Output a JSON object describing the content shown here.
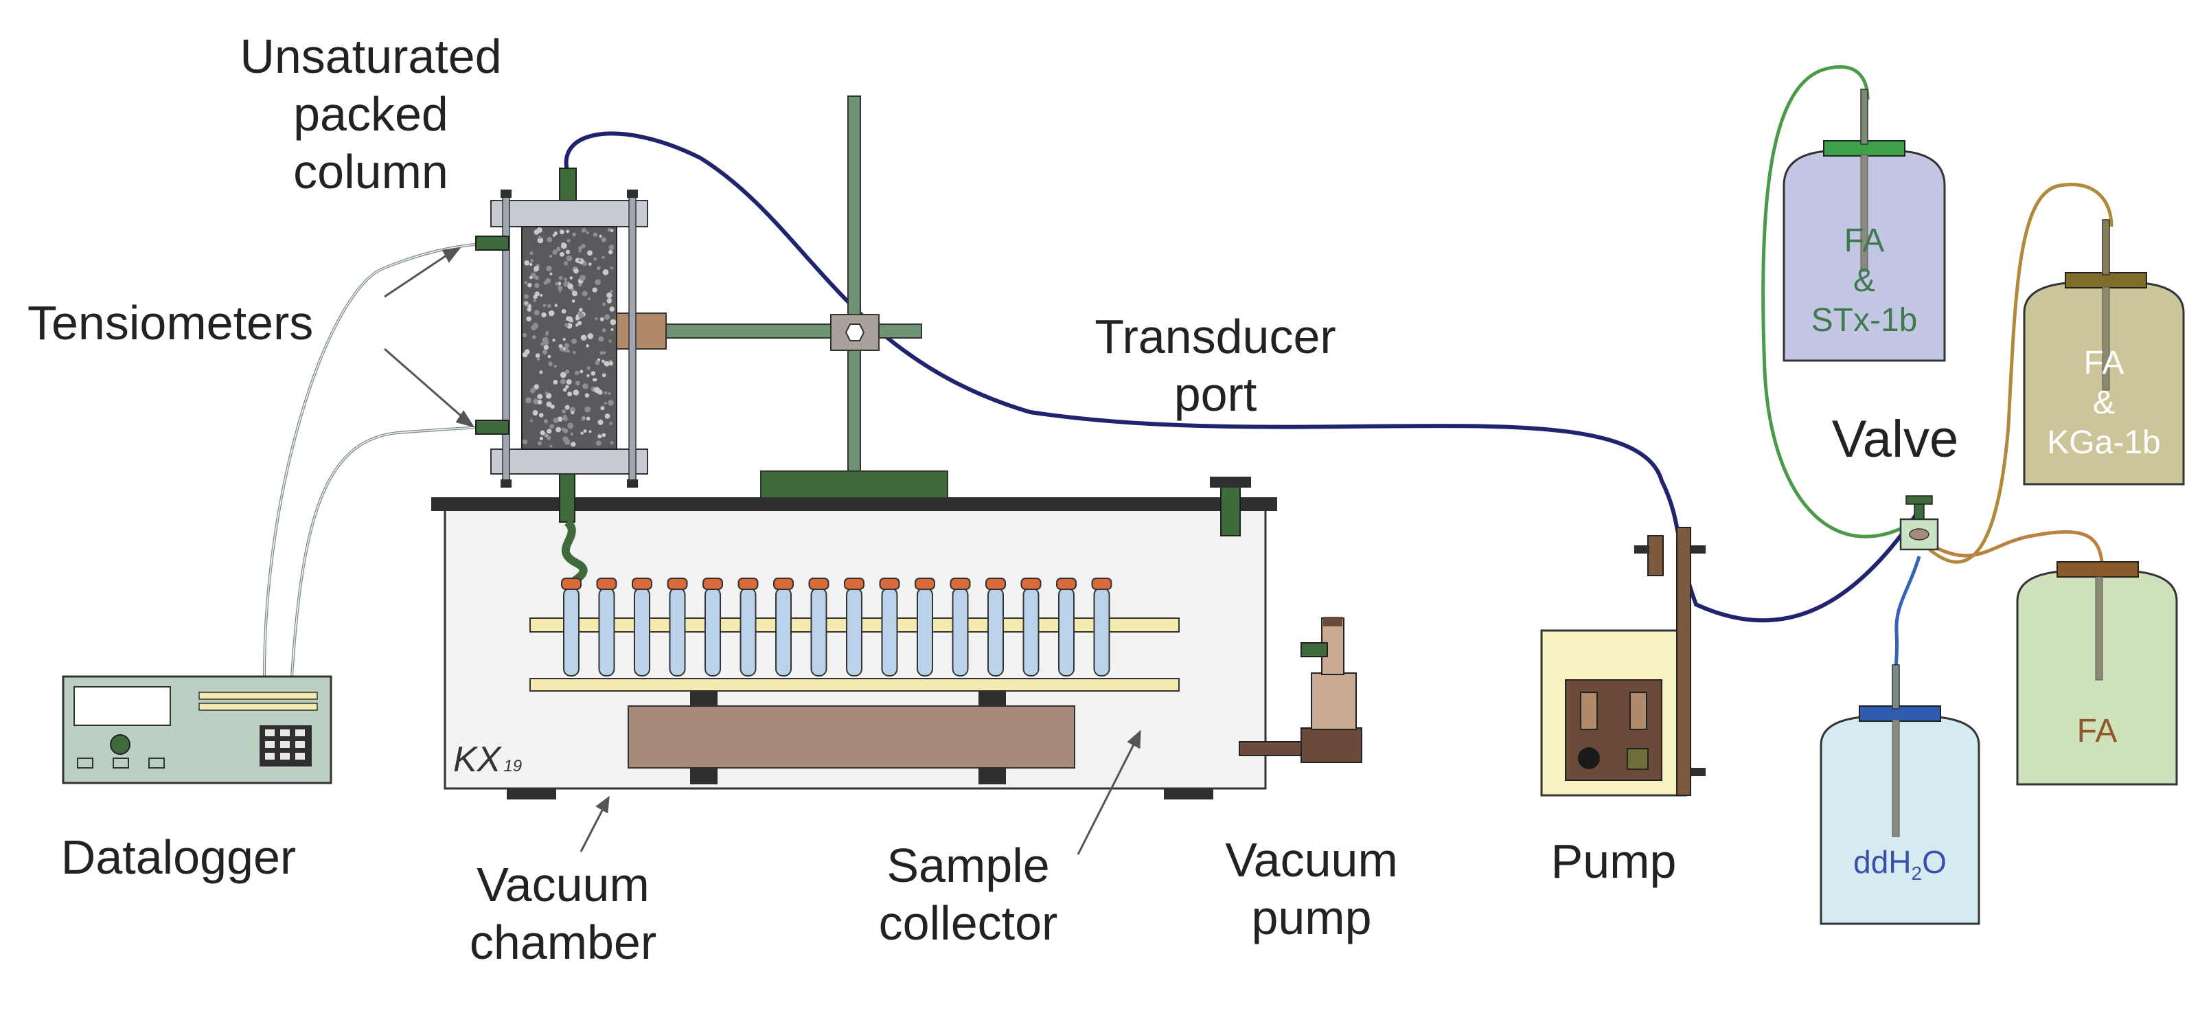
{
  "labels": {
    "column": "Unsaturated\npacked\ncolumn",
    "tensiometers": "Tensiometers",
    "transducer": "Transducer\nport",
    "valve": "Valve",
    "datalogger": "Datalogger",
    "vacuum_chamber": "Vacuum\nchamber",
    "sample_collector": "Sample\ncollector",
    "vacuum_pump": "Vacuum\npump",
    "pump": "Pump"
  },
  "bottles": {
    "fa_stx": "FA\n&\nSTx-1b",
    "fa_kga": "FA\n&\nKGa-1b",
    "fa": "FA",
    "ddh2o_main": "ddH",
    "ddh2o_sub": "2",
    "ddh2o_end": "O"
  },
  "signature": {
    "initials": "KX",
    "number": "19"
  },
  "colors": {
    "outline": "#333333",
    "stand_green": "#6e9475",
    "dark_green": "#3f6b3c",
    "tube_navy": "#20246e",
    "tube_green": "#4a9a4a",
    "tube_tan": "#b08a3a",
    "tube_brown": "#b9803f",
    "tube_blue": "#3563b8",
    "bottle_stx": "#c3c7e3",
    "bottle_kga": "#cdc59a",
    "bottle_fa": "#cfe2bc",
    "bottle_ddh2o": "#d6ebf1",
    "rack_yellow": "#f5ebb0",
    "plate_brown": "#a78a7a",
    "cap_red": "#d86a3c",
    "tube_blue_fill": "#bad3ea",
    "pump_yellow": "#f8f1c2"
  }
}
